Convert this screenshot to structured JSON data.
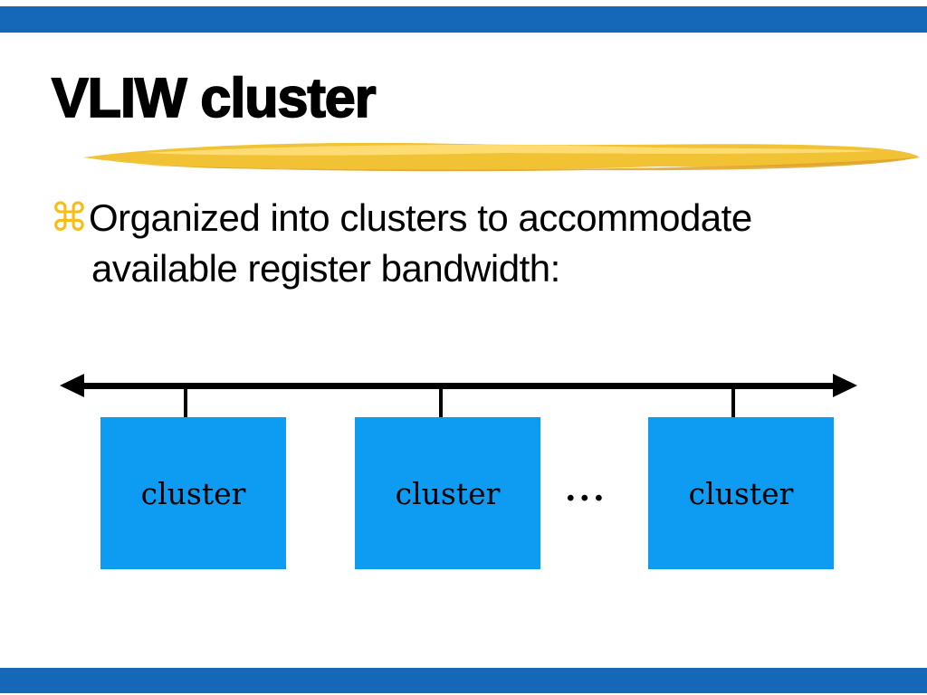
{
  "slide": {
    "title": "VLIW cluster",
    "bullet": {
      "glyph": "⌘",
      "text": "Organized into clusters to accommodate available register bandwidth:"
    },
    "diagram": {
      "arrow": "double-headed horizontal bus arrow",
      "boxes": [
        {
          "label": "cluster"
        },
        {
          "label": "cluster"
        },
        {
          "label": "cluster"
        }
      ],
      "ellipsis": "..."
    },
    "colors": {
      "background": "#FFFFFF",
      "bar_blue": "#1568B8",
      "box_blue": "#0E9BF2",
      "bullet_gold": "#F6BD17",
      "brush_gold": "#F2C235",
      "text": "#000000"
    }
  }
}
